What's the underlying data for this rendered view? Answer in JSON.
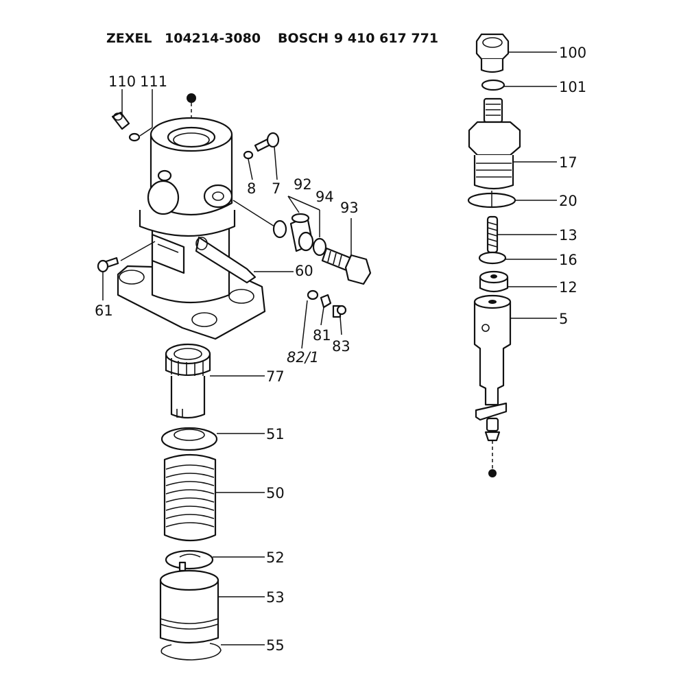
{
  "header": {
    "maker1": "ZEXEL",
    "part1": "104214-3080",
    "maker2": "BOSCH",
    "part2": "9 410 617 771"
  },
  "labels": {
    "p100": "100",
    "p101": "101",
    "p17": "17",
    "p20": "20",
    "p13": "13",
    "p16": "16",
    "p12": "12",
    "p5": "5",
    "p110": "110",
    "p111": "111",
    "p8": "8",
    "p7": "7",
    "p92": "92",
    "p94": "94",
    "p93": "93",
    "p60": "60",
    "p61": "61",
    "p82_1": "82/1",
    "p81": "81",
    "p83": "83",
    "p77": "77",
    "p51": "51",
    "p50": "50",
    "p52": "52",
    "p53": "53",
    "p55": "55"
  }
}
